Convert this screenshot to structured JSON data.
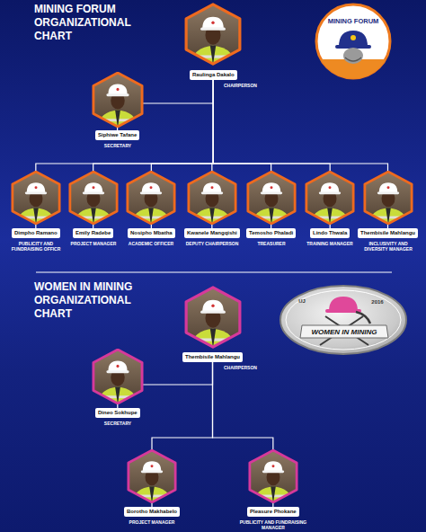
{
  "diagram": {
    "title": "MINING FORUM ORGANIZATIONAL CHART",
    "nodes": [
      {
        "text": [
          "Raulinga Dakalo",
          "CHAIRPERSON"
        ]
      },
      {
        "text": [
          "Siphiwe Tafane",
          "SECRETARY"
        ]
      },
      {
        "text": [
          "Dimpho Ramano",
          "PUBLICITY AND FUNDRAISING OFFICR"
        ]
      },
      {
        "text": [
          "Emily Radebe",
          "PROJECT MANAGER"
        ]
      },
      {
        "text": [
          "Nosipho Mbatha",
          "ACADEMIC OFFICER"
        ]
      },
      {
        "text": [
          "Kwanele Mangqishi",
          "DEPUTY CHAIRPERSON"
        ]
      },
      {
        "text": [
          "Temosho Phaladi",
          "TREASURER"
        ]
      },
      {
        "text": [
          "Lindo Thwala",
          "TRAINING MANAGER"
        ]
      },
      {
        "text": [
          "Thembisile Mahlangu",
          "INCLUSIVITY AND DIVERSITY MANAGER"
        ]
      },
      {
        "text": [
          "Thembisile Mahlangu",
          "CHAIRPERSON"
        ]
      },
      {
        "text": [
          "Dineo Sokhupe",
          "SECRETARY"
        ]
      },
      {
        "text": [
          "Borotho Makhabelo",
          "PROJECT MANAGER"
        ]
      },
      {
        "text": [
          "Pleasure Phokane",
          "PUBLICITY AND FUNDRAISING MANAGER"
        ]
      }
    ],
    "edges": [
      {
        "from": 0,
        "to": 1,
        "arrow": "none"
      },
      {
        "from": 0,
        "to": 2,
        "arrow": "none"
      },
      {
        "from": 0,
        "to": 3,
        "arrow": "none"
      },
      {
        "from": 0,
        "to": 4,
        "arrow": "none"
      },
      {
        "from": 0,
        "to": 5,
        "arrow": "none"
      },
      {
        "from": 0,
        "to": 6,
        "arrow": "none"
      },
      {
        "from": 0,
        "to": 7,
        "arrow": "none"
      },
      {
        "from": 0,
        "to": 8,
        "arrow": "none"
      },
      {
        "from": 9,
        "to": 10,
        "arrow": "none"
      },
      {
        "from": 9,
        "to": 11,
        "arrow": "none"
      },
      {
        "from": 9,
        "to": 12,
        "arrow": "none"
      }
    ],
    "labels": [
      "WOMEN IN MINING ORGANIZATIONAL CHART",
      "MINING FORUM",
      "UJ",
      "2016",
      "WOMEN IN MINING"
    ]
  }
}
